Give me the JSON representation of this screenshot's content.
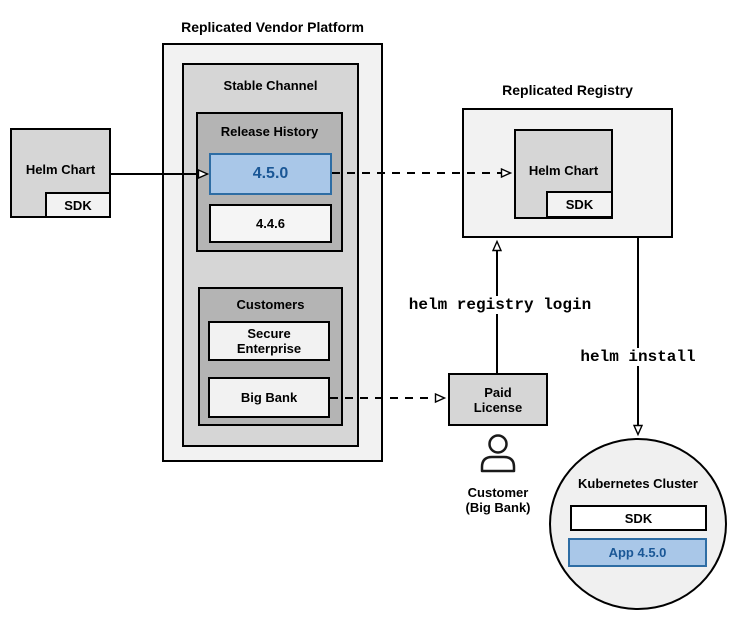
{
  "colors": {
    "highlight_fill": "#A9C7E8",
    "highlight_border": "#2E6DA4",
    "highlight_text": "#1A5796",
    "box_light_gray": "#F2F2F2",
    "box_medium_gray": "#D6D6D6",
    "box_dark_gray": "#B4B4B4",
    "cluster_fill": "#F0F0F0",
    "line_color": "#000000"
  },
  "vendor_platform": {
    "title": "Replicated Vendor Platform",
    "stable_channel": {
      "title": "Stable Channel",
      "release_history": {
        "title": "Release History",
        "releases": [
          {
            "version": "4.5.0",
            "highlighted": true
          },
          {
            "version": "4.4.6",
            "highlighted": false
          }
        ]
      },
      "customers": {
        "title": "Customers",
        "items": [
          {
            "name": "Secure Enterprise"
          },
          {
            "name": "Big Bank"
          }
        ]
      }
    }
  },
  "source_chart": {
    "label": "Helm Chart",
    "sdk": "SDK"
  },
  "registry": {
    "title": "Replicated Registry",
    "helm_chart": "Helm Chart",
    "sdk": "SDK"
  },
  "paid_license": {
    "label": "Paid License"
  },
  "customer": {
    "line1": "Customer",
    "line2": "(Big Bank)"
  },
  "kubernetes_cluster": {
    "title": "Kubernetes Cluster",
    "sdk": "SDK",
    "app": "App 4.5.0"
  },
  "commands": {
    "registry_login": "helm registry login",
    "install": "helm install"
  }
}
